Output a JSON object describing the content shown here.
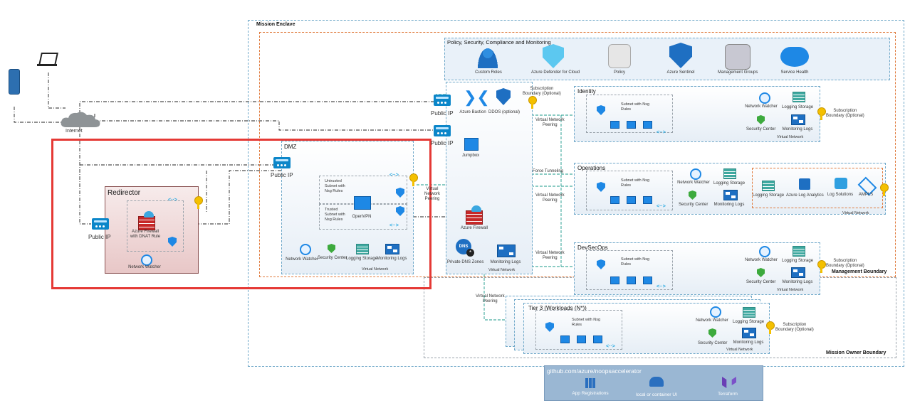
{
  "labels": {
    "mission_enclave": "Mission Enclave",
    "management_boundary": "Management Boundary",
    "mission_owner_boundary": "Mission Owner Boundary",
    "internet": "Internet",
    "policy_title": "Policy, Security, Compliance and Monitoring",
    "custom_roles": "Custom Roles",
    "defender": "Azure Defender for Cloud",
    "policy": "Policy",
    "sentinel": "Azure Sentinel",
    "mgmt_groups": "Management Groups",
    "service_health": "Service Health",
    "public_ip": "Public IP",
    "redirector": "Redirector",
    "azure_firewall_dnat": "Azure Firewall\nwith DNAT Rule",
    "network_watcher": "Network Watcher",
    "dmz": "DMZ",
    "untrusted_subnet": "Untrusted\nSubnet with\nNsg Rules",
    "trusted_subnet": "Trusted\nSubnet with\nNsg Rules",
    "openvpn": "OpenVPN",
    "security_center": "Security Center",
    "logging_storage": "Logging Storage",
    "monitoring_logs": "Monitoring Logs",
    "virtual_network": "Virtual Network",
    "azure_bastion": "Azure Bastion",
    "ddos": "DDOS (optional)",
    "jumpbox": "Jumpbox",
    "azure_firewall": "Azure Firewall",
    "private_dns": "Private DNS Zones",
    "subscription_boundary": "Subscription\nBoundary (Optional)",
    "virtual_network_peering": "Virtual Network\nPeering",
    "virtual_network_peering_v": "Virtual\nNetwork\nPeering",
    "force_tunneling": "Force Tunneling",
    "identity": "Identity",
    "operations": "Operations",
    "devsecops": "DevSecOps",
    "tier3": "Tier 3 (Workloads (N*))",
    "subnet_nsg": "Subnet with Nsg\nRules",
    "log_analytics": "Azure Log Analytics",
    "log_solutions": "Log Solutions",
    "ampls": "AMPLS",
    "github": "github.com/azure/noopsaccelerator",
    "app_registrations": "App Registrations",
    "local_ui": "local or container UI",
    "terraform": "Terraform"
  },
  "colors": {
    "enclave_border": "#6fa8c9",
    "management_border": "#e07a3c",
    "highlight": "#e53935",
    "github_bg": "#9ab7d3"
  }
}
